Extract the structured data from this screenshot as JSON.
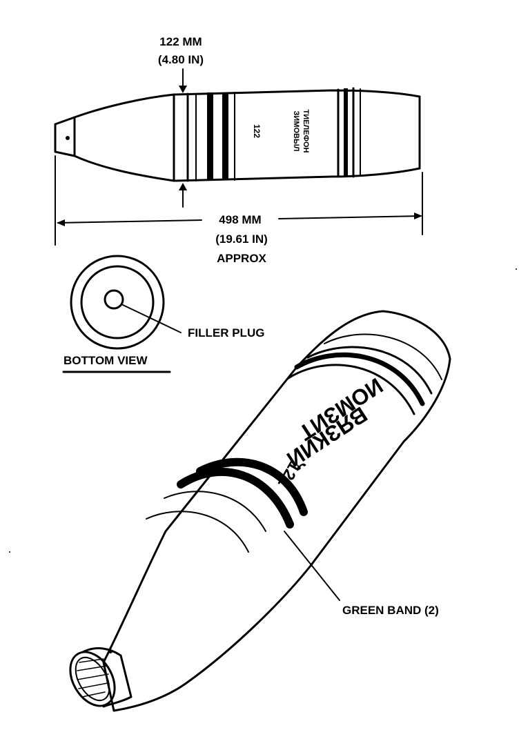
{
  "side_view": {
    "caliber_mm": "122 MM",
    "caliber_in": "(4.80 IN)",
    "length_mm": "498 MM",
    "length_in": "(19.61 IN)",
    "length_note": "APPROX",
    "body_number": "122",
    "marking_line1": "ЗИМОВЫЛ",
    "marking_line2": "ТИЕЛЕФОН"
  },
  "bottom_view": {
    "title": "BOTTOM VIEW",
    "filler_label": "FILLER PLUG"
  },
  "perspective_view": {
    "marking_line1": "ВЯЗКИЙ",
    "marking_line2": "ИОМЗИТ",
    "body_number": "122",
    "band_label": "GREEN BAND (2)"
  },
  "colors": {
    "ink": "#000000",
    "paper": "#ffffff"
  }
}
